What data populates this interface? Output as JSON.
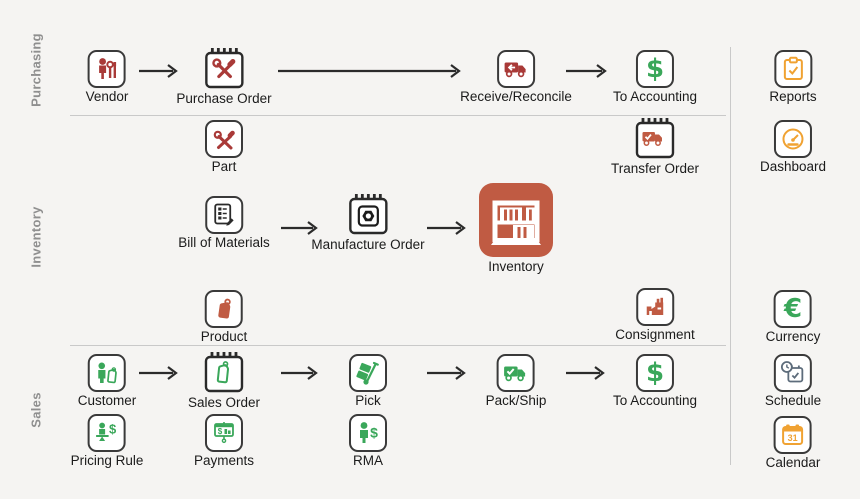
{
  "sections": {
    "purchasing": {
      "label": "Purchasing"
    },
    "inventory": {
      "label": "Inventory"
    },
    "sales": {
      "label": "Sales"
    }
  },
  "nodes": {
    "vendor": {
      "label": "Vendor"
    },
    "purchase_order": {
      "label": "Purchase Order"
    },
    "receive_reconcile": {
      "label": "Receive/Reconcile"
    },
    "to_accounting_purchasing": {
      "label": "To Accounting"
    },
    "reports": {
      "label": "Reports"
    },
    "part": {
      "label": "Part"
    },
    "transfer_order": {
      "label": "Transfer Order"
    },
    "dashboard": {
      "label": "Dashboard"
    },
    "bill_of_materials": {
      "label": "Bill of Materials"
    },
    "manufacture_order": {
      "label": "Manufacture Order"
    },
    "inventory_store": {
      "label": "Inventory"
    },
    "product": {
      "label": "Product"
    },
    "consignment": {
      "label": "Consignment"
    },
    "currency": {
      "label": "Currency"
    },
    "customer": {
      "label": "Customer"
    },
    "sales_order": {
      "label": "Sales Order"
    },
    "pick": {
      "label": "Pick"
    },
    "pack_ship": {
      "label": "Pack/Ship"
    },
    "to_accounting_sales": {
      "label": "To Accounting"
    },
    "schedule": {
      "label": "Schedule"
    },
    "pricing_rule": {
      "label": "Pricing Rule"
    },
    "payments": {
      "label": "Payments"
    },
    "rma": {
      "label": "RMA"
    },
    "calendar": {
      "label": "Calendar"
    }
  },
  "glyphs": {
    "dollar": "$",
    "euro": "€",
    "calendar_day": "31"
  },
  "colors": {
    "background": "#f5f4f2",
    "purchasing_red": "#a93a38",
    "inventory_terracotta": "#c05b43",
    "sales_green": "#3aa75a",
    "utility_orange": "#f0a232",
    "schedule_slate": "#5d6c7b",
    "icon_border": "#3a3a3a",
    "arrow": "#2b2b2b",
    "divider": "#c9c9c9",
    "label_text": "#1b1b1b",
    "section_label_text": "#8f8f8f"
  }
}
